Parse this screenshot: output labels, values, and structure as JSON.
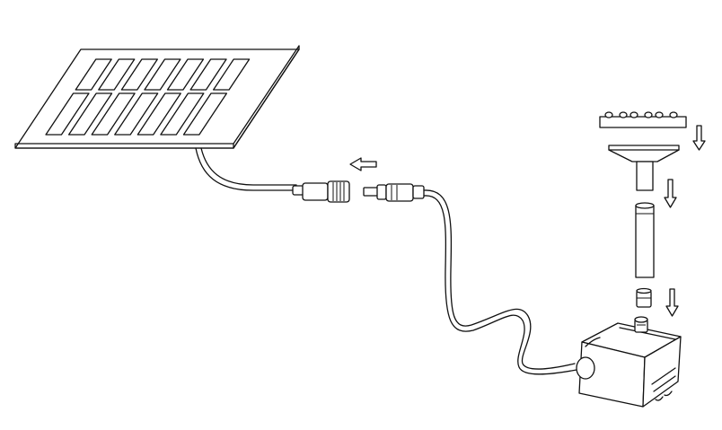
{
  "diagram": {
    "line_color": "#111111",
    "background": "#ffffff",
    "components": [
      {
        "id": "solar-panel",
        "icon": "solar-panel-icon"
      },
      {
        "id": "panel-cable",
        "icon": "cable-icon"
      },
      {
        "id": "female-connector",
        "icon": "female-plug-icon"
      },
      {
        "id": "connect-arrow",
        "icon": "left-arrow-icon"
      },
      {
        "id": "male-connector",
        "icon": "male-plug-icon"
      },
      {
        "id": "pump-cable",
        "icon": "cable-icon"
      },
      {
        "id": "water-pump",
        "icon": "pump-icon"
      },
      {
        "id": "sprinkler-head",
        "icon": "nozzle-icon"
      },
      {
        "id": "spray-base",
        "icon": "funnel-icon"
      },
      {
        "id": "extension-tube",
        "icon": "tube-icon"
      },
      {
        "id": "adapter",
        "icon": "adapter-icon"
      },
      {
        "id": "assembly-arrows",
        "icon": "down-arrow-icon"
      }
    ]
  }
}
